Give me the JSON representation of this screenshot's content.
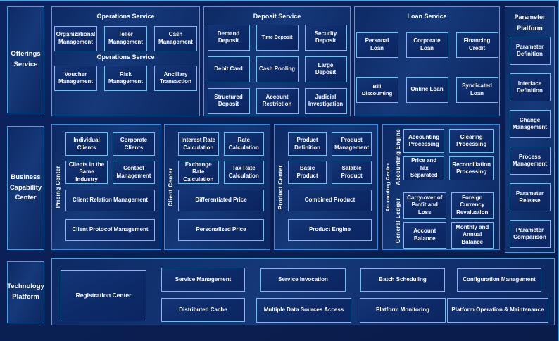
{
  "colors": {
    "background": "#0a1f52",
    "panel_border": "#4aa0dd",
    "mid_panel_border": "#2f8fdf",
    "box_border": "#74bfee",
    "text": "#ffffff"
  },
  "offerings": {
    "label": "Offerings Service"
  },
  "business_capability": {
    "label": "Business Capability Center"
  },
  "technology": {
    "label": "Technology Platform"
  },
  "operations": {
    "title": "Operations Service",
    "mid_label": "Operations Service",
    "row1": [
      "Organizational Management",
      "Teller Management",
      "Cash Management"
    ],
    "row2": [
      "Voucher Management",
      "Risk Management",
      "Ancillary Transaction"
    ]
  },
  "deposit": {
    "title": "Deposit Service",
    "items": [
      "Demand Deposit",
      "Time Deposit",
      "Security Deposit",
      "Debit Card",
      "Cash Pooling",
      "Large Deposit",
      "Structured Deposit",
      "Account Restriction",
      "Judicial Investigation"
    ]
  },
  "loan": {
    "title": "Loan Service",
    "row1": [
      "Personal Loan",
      "Corporate Loan",
      "Financing Credit"
    ],
    "row2": [
      "Bill Discounting",
      "Online Loan",
      "Syndicated Loan"
    ]
  },
  "parameter": {
    "title": "Parameter Platform",
    "items": [
      "Parameter Definition",
      "Interface Definition",
      "Change Management",
      "Process Management",
      "Parameter Release",
      "Parameter Comparison"
    ]
  },
  "pricing": {
    "side_label": "Pricing Center",
    "small": [
      "Individual Clients",
      "Corporate Clients",
      "Clients in the Same Industry",
      "Contact Management"
    ],
    "wide": [
      "Client Relation Management",
      "Client Protocol Management"
    ]
  },
  "client": {
    "side_label": "Client Center",
    "small": [
      "Interest Rate Calculation",
      "Rate Calculation",
      "Exchange Rate Calculation",
      "Tax Rate Calculation"
    ],
    "wide": [
      "Differentiated Price",
      "Personalized Price"
    ]
  },
  "product": {
    "side_label": "Product Center",
    "small": [
      "Product Definition",
      "Product Management",
      "Basic Product",
      "Salable Product"
    ],
    "wide": [
      "Combined Product",
      "Product Engine"
    ]
  },
  "accounting": {
    "side_label": "Accounting Center",
    "engine": {
      "label": "Accounting Engine",
      "items": [
        "Accounting Processing",
        "Clearing Processing",
        "Price and Tax Separated",
        "Reconciliation Processing"
      ]
    },
    "ledger": {
      "label": "General Ledger",
      "items": [
        "Carry-over of Profit and Loss",
        "Foreign Currency Revaluation",
        "Account Balance",
        "Monthly and Annual Balance"
      ]
    }
  },
  "platform_bottom": {
    "registration": "Registration Center",
    "row1": [
      "Service Management",
      "Service Invocation",
      "Batch Scheduling",
      "Configuration Management"
    ],
    "row2": [
      "Distributed Cache",
      "Multiple Data Sources Access",
      "Platform Monitoring",
      "Platform Operation & Maintenance"
    ]
  }
}
